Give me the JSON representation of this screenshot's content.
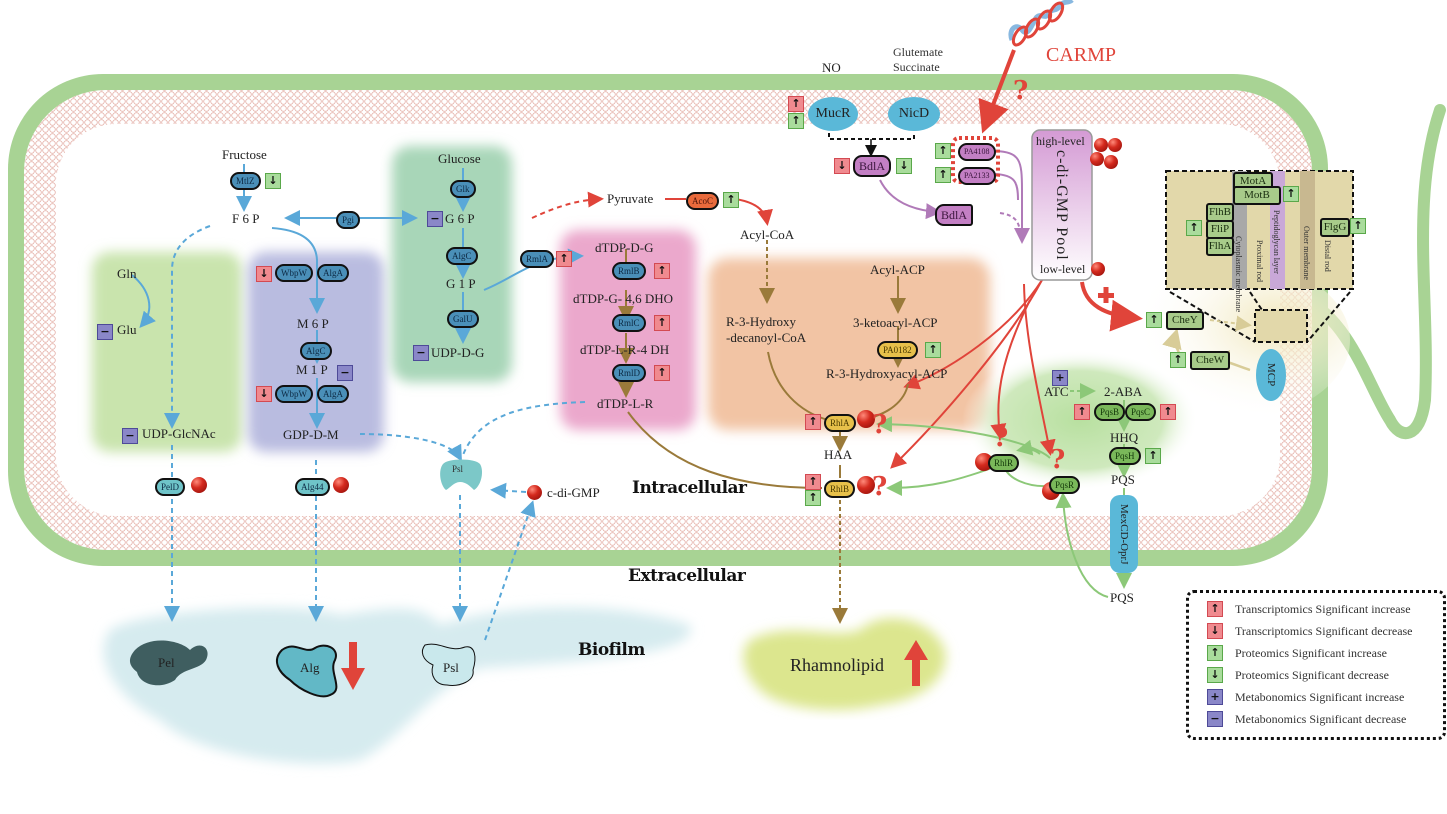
{
  "title_signal": "CARMP",
  "zones": {
    "intracellular": "Intracellular",
    "extracellular": "Extracellular",
    "biofilm": "Biofilm"
  },
  "signals": {
    "no": "NO",
    "glutamate": "Glutemate",
    "succinate": "Succinate"
  },
  "membrane_proteins": {
    "mucr": "MucR",
    "nicd": "NicD",
    "mcp": "MCP",
    "mexcd": "MexCD-OprJ"
  },
  "metabolites": {
    "fructose": "Fructose",
    "f6p": "F 6 P",
    "glucose": "Glucose",
    "g6p": "G 6 P",
    "g1p": "G 1 P",
    "udp_d_g": "UDP-D-G",
    "gln": "Gln",
    "glu": "Glu",
    "udp_glcnac": "UDP-GlcNAc",
    "m6p": "M 6 P",
    "m1p": "M 1 P",
    "gdp_d_m": "GDP-D-M",
    "pyruvate": "Pyruvate",
    "acyl_coa": "Acyl-CoA",
    "dtdp_d_g": "dTDP-D-G",
    "dtdp_g_46_dho": "dTDP-G- 4,6 DHO",
    "dtdp_l_r_4_dh": "dTDP-L-R-4 DH",
    "dtdp_l_r": "dTDP-L-R",
    "r3_hydroxy_1": "R-3-Hydroxy",
    "r3_hydroxy_2": "-decanoyl-CoA",
    "acyl_acp": "Acyl-ACP",
    "ketoacyl_acp": "3-ketoacyl-ACP",
    "r3_hydroxyacyl_acp": "R-3-Hydroxyacyl-ACP",
    "haa": "HAA",
    "c_di_gmp": "c-di-GMP",
    "atc": "ATC",
    "aba": "2-ABA",
    "hhq": "HHQ",
    "pqs_in": "PQS",
    "pqs_out": "PQS"
  },
  "enzymes": {
    "mtlz": "MtlZ",
    "pgi": "Pgi",
    "glk": "Glk",
    "algc_glc": "AlgC",
    "galu": "GalU",
    "rmla": "RmlA",
    "rmlb": "RmlB",
    "rmlc": "RmlC",
    "rmld": "RmlD",
    "wbpw1": "WbpW",
    "alga1": "AlgA",
    "algc_man": "AlgC",
    "wbpw2": "WbpW",
    "alga2": "AlgA",
    "peld": "PelD",
    "alg44": "Alg44",
    "psl": "Psl",
    "acoc": "AcoC",
    "pa0182": "PA0182",
    "rhla": "RhlA",
    "rhlb": "RhlB",
    "rhlr": "RhlR",
    "pqsr": "PqsR",
    "pqsb": "PqsB",
    "pqsc": "PqsC",
    "pqsh": "PqsH",
    "bdla": "BdlA",
    "bdla_cleaved": "BdlA",
    "pa4108": "PA4108",
    "pa2133": "PA2133",
    "chey": "CheY",
    "chew": "CheW"
  },
  "cdigmp_pool": {
    "high": "high-level",
    "title": "c-di-GMP Pool",
    "low": "low-level"
  },
  "flagellum": {
    "mota": "MotA",
    "motb": "MotB",
    "flhb": "FlhB",
    "flip": "FliP",
    "flha": "FlhA",
    "flgg": "FlgG",
    "layers": [
      "Cytoplasmic membrane",
      "Proximal rod",
      "Peptidoglycan layer",
      "Outer membrane",
      "Distal rod"
    ]
  },
  "biofilm_products": {
    "pel": "Pel",
    "alg": "Alg",
    "psl": "Psl",
    "rhamnolipid": "Rhamnolipid"
  },
  "indicator_glyphs": {
    "up": "↑",
    "down": "↓",
    "plus": "+",
    "minus": "−",
    "question": "?"
  },
  "legend": [
    {
      "kind": "t",
      "glyph": "↑",
      "label": "Transcriptomics Significant increase"
    },
    {
      "kind": "t",
      "glyph": "↓",
      "label": "Transcriptomics Significant decrease"
    },
    {
      "kind": "p",
      "glyph": "↑",
      "label": "Proteomics Significant increase"
    },
    {
      "kind": "p",
      "glyph": "↓",
      "label": "Proteomics Significant decrease"
    },
    {
      "kind": "m",
      "glyph": "+",
      "label": "Metabonomics Significant increase"
    },
    {
      "kind": "m",
      "glyph": "−",
      "label": "Metabonomics Significant decrease"
    }
  ],
  "colors": {
    "outer_membrane": "#a8d394",
    "inner_membrane": "#e8b8b0",
    "transcriptomics": "#f08a8f",
    "proteomics": "#a9dc9c",
    "metabonomics": "#8a87c8",
    "pathway_blue": "#5aa8d8",
    "pathway_brown": "#9a7a3a",
    "pathway_red": "#e0443a",
    "pathway_green": "#8cc878",
    "pathway_purple": "#b07ab8"
  }
}
